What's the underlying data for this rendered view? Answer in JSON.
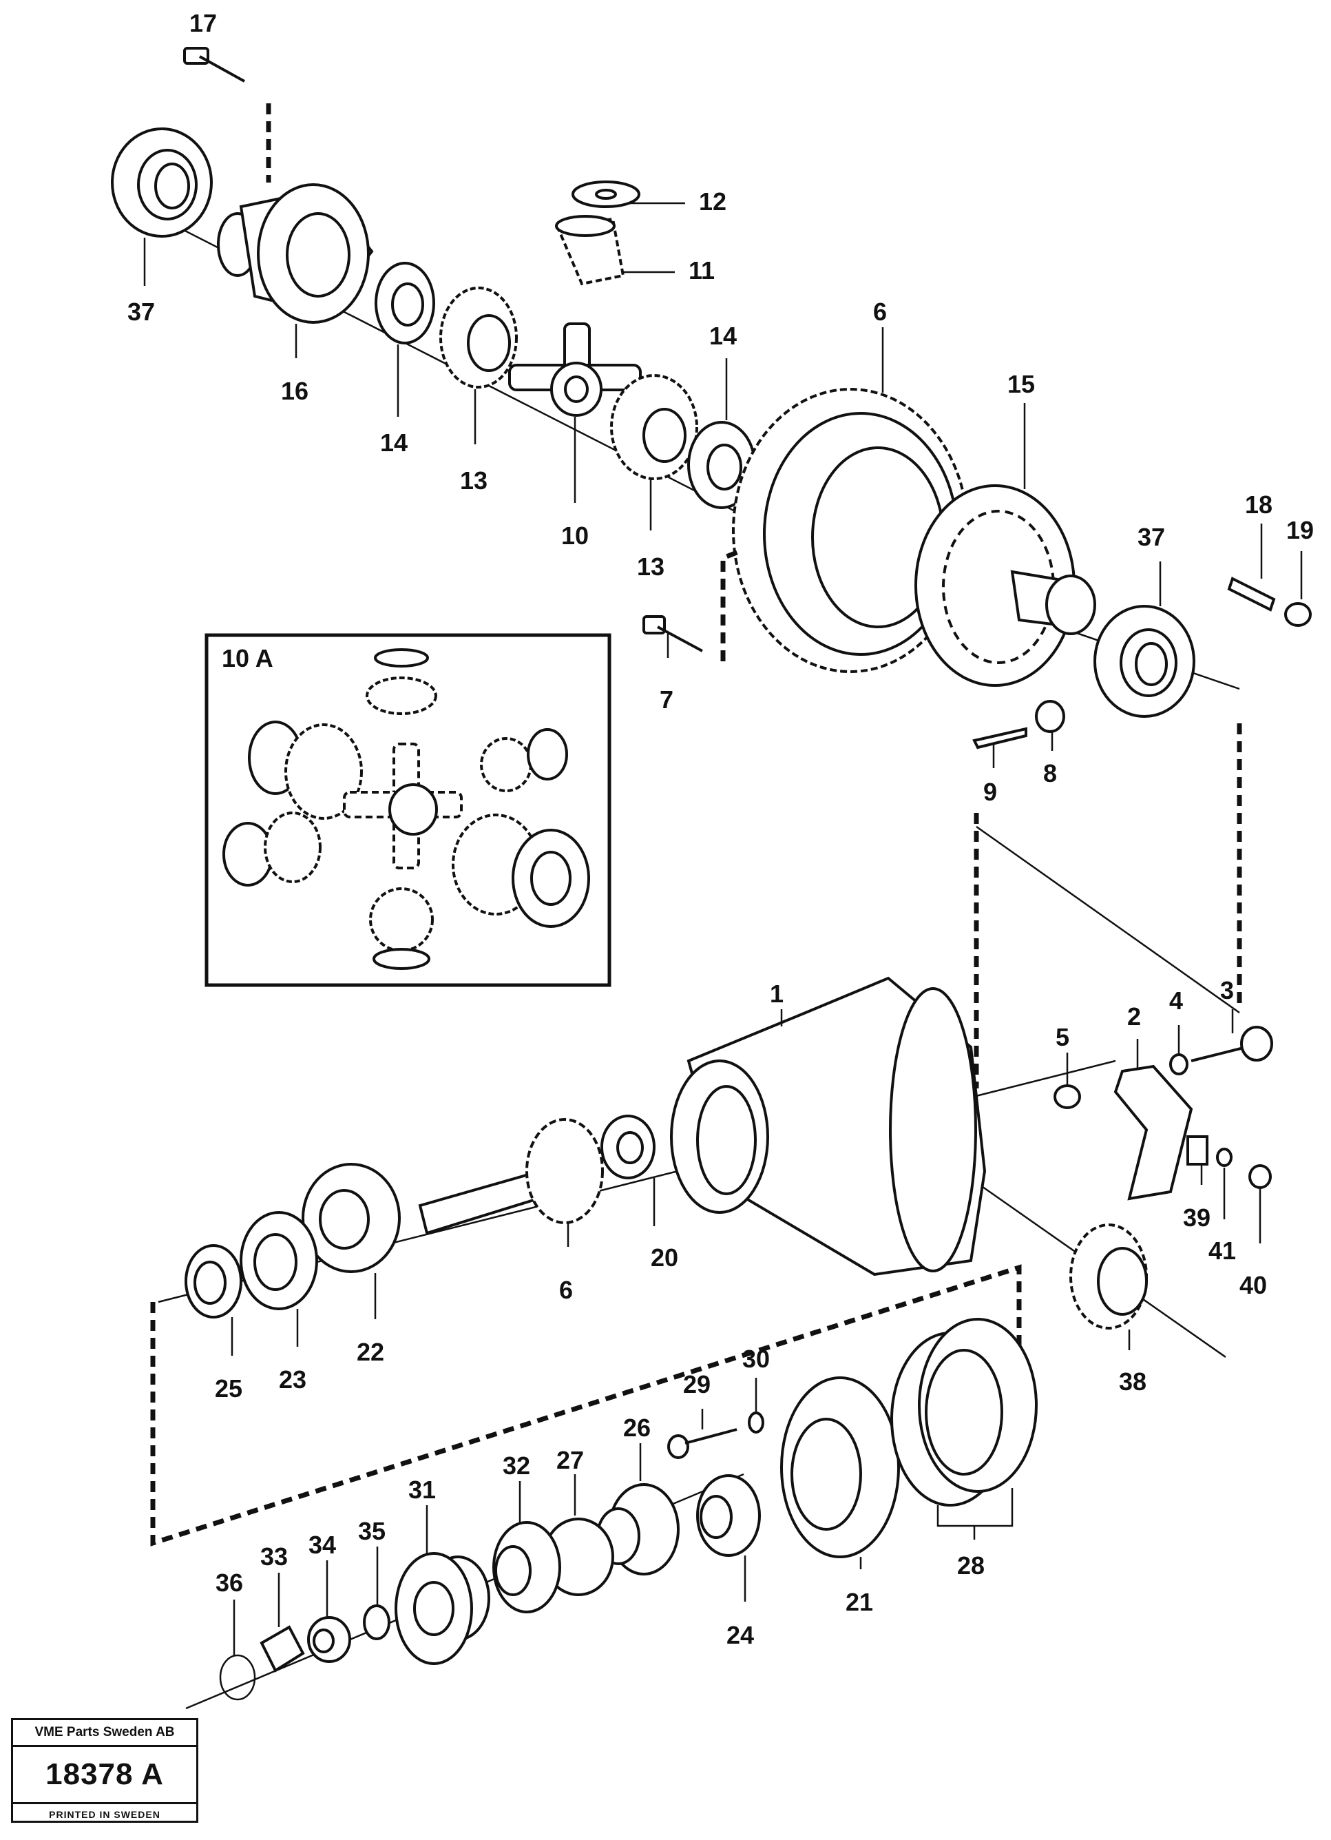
{
  "drawing": {
    "inset_label": "10 A",
    "part_labels": [
      {
        "id": "p17",
        "text": "17"
      },
      {
        "id": "p12",
        "text": "12"
      },
      {
        "id": "p11",
        "text": "11"
      },
      {
        "id": "p37a",
        "text": "37"
      },
      {
        "id": "p16",
        "text": "16"
      },
      {
        "id": "p14a",
        "text": "14"
      },
      {
        "id": "p13a",
        "text": "13"
      },
      {
        "id": "p10",
        "text": "10"
      },
      {
        "id": "p14b",
        "text": "14"
      },
      {
        "id": "p13b",
        "text": "13"
      },
      {
        "id": "p6a",
        "text": "6"
      },
      {
        "id": "p15",
        "text": "15"
      },
      {
        "id": "p18",
        "text": "18"
      },
      {
        "id": "p19",
        "text": "19"
      },
      {
        "id": "p37b",
        "text": "37"
      },
      {
        "id": "p7",
        "text": "7"
      },
      {
        "id": "p9",
        "text": "9"
      },
      {
        "id": "p8",
        "text": "8"
      },
      {
        "id": "p1",
        "text": "1"
      },
      {
        "id": "p3",
        "text": "3"
      },
      {
        "id": "p4",
        "text": "4"
      },
      {
        "id": "p2",
        "text": "2"
      },
      {
        "id": "p5",
        "text": "5"
      },
      {
        "id": "p20",
        "text": "20"
      },
      {
        "id": "p6b",
        "text": "6"
      },
      {
        "id": "p39",
        "text": "39"
      },
      {
        "id": "p41",
        "text": "41"
      },
      {
        "id": "p40",
        "text": "40"
      },
      {
        "id": "p38",
        "text": "38"
      },
      {
        "id": "p22",
        "text": "22"
      },
      {
        "id": "p23",
        "text": "23"
      },
      {
        "id": "p25",
        "text": "25"
      },
      {
        "id": "p29",
        "text": "29"
      },
      {
        "id": "p30",
        "text": "30"
      },
      {
        "id": "p26",
        "text": "26"
      },
      {
        "id": "p27",
        "text": "27"
      },
      {
        "id": "p32",
        "text": "32"
      },
      {
        "id": "p31",
        "text": "31"
      },
      {
        "id": "p35",
        "text": "35"
      },
      {
        "id": "p34",
        "text": "34"
      },
      {
        "id": "p33",
        "text": "33"
      },
      {
        "id": "p36",
        "text": "36"
      },
      {
        "id": "p24",
        "text": "24"
      },
      {
        "id": "p21",
        "text": "21"
      },
      {
        "id": "p28",
        "text": "28"
      }
    ]
  },
  "stamp": {
    "company": "VME Parts Sweden AB",
    "number": "18378 A",
    "printed": "PRINTED IN SWEDEN"
  }
}
